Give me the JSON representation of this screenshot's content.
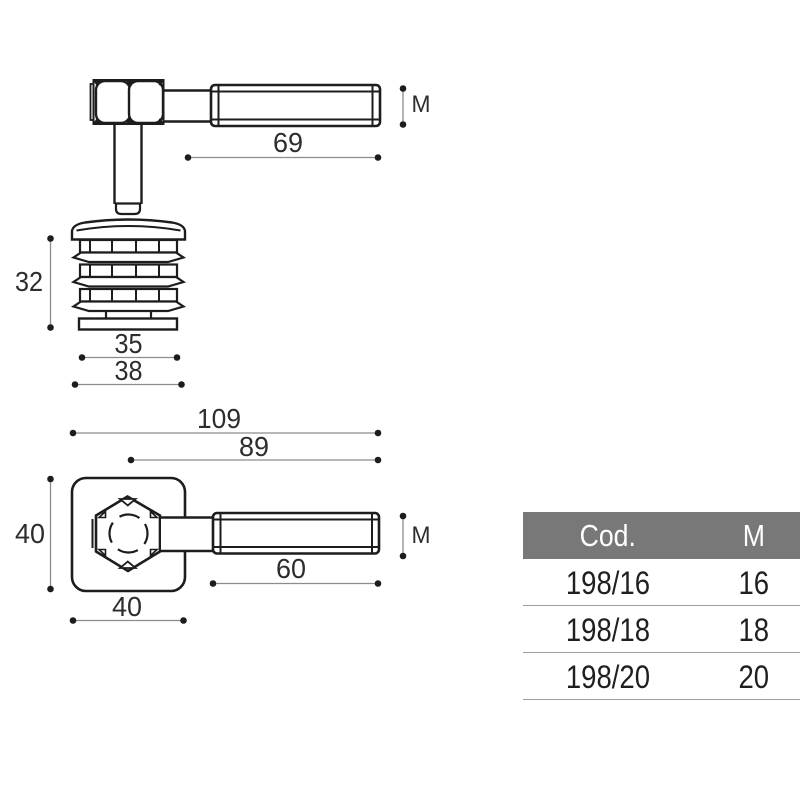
{
  "drawing": {
    "line_color": "#1d1d1b",
    "dim_line_color": "#8c8c8c",
    "dim_text_color": "#2d2d2d",
    "side_view": {
      "thread_length": "69",
      "thread_size": "M"
    },
    "insert_view": {
      "height": "32",
      "inner_width": "35",
      "outer_width": "38"
    },
    "plan_view": {
      "overall_length": "109",
      "rod_length": "89",
      "thread_length": "60",
      "plate_height": "40",
      "plate_width": "40",
      "thread_size": "M"
    }
  },
  "table": {
    "colors": {
      "header_bg": "#787878",
      "header_text": "#ffffff",
      "row_text": "#1f1f1f",
      "divider": "#a0a0a0"
    },
    "header": {
      "code_label": "Cod.",
      "size_label": "M"
    },
    "rows": [
      {
        "code": "198/16",
        "size": "16"
      },
      {
        "code": "198/18",
        "size": "18"
      },
      {
        "code": "198/20",
        "size": "20"
      }
    ]
  }
}
